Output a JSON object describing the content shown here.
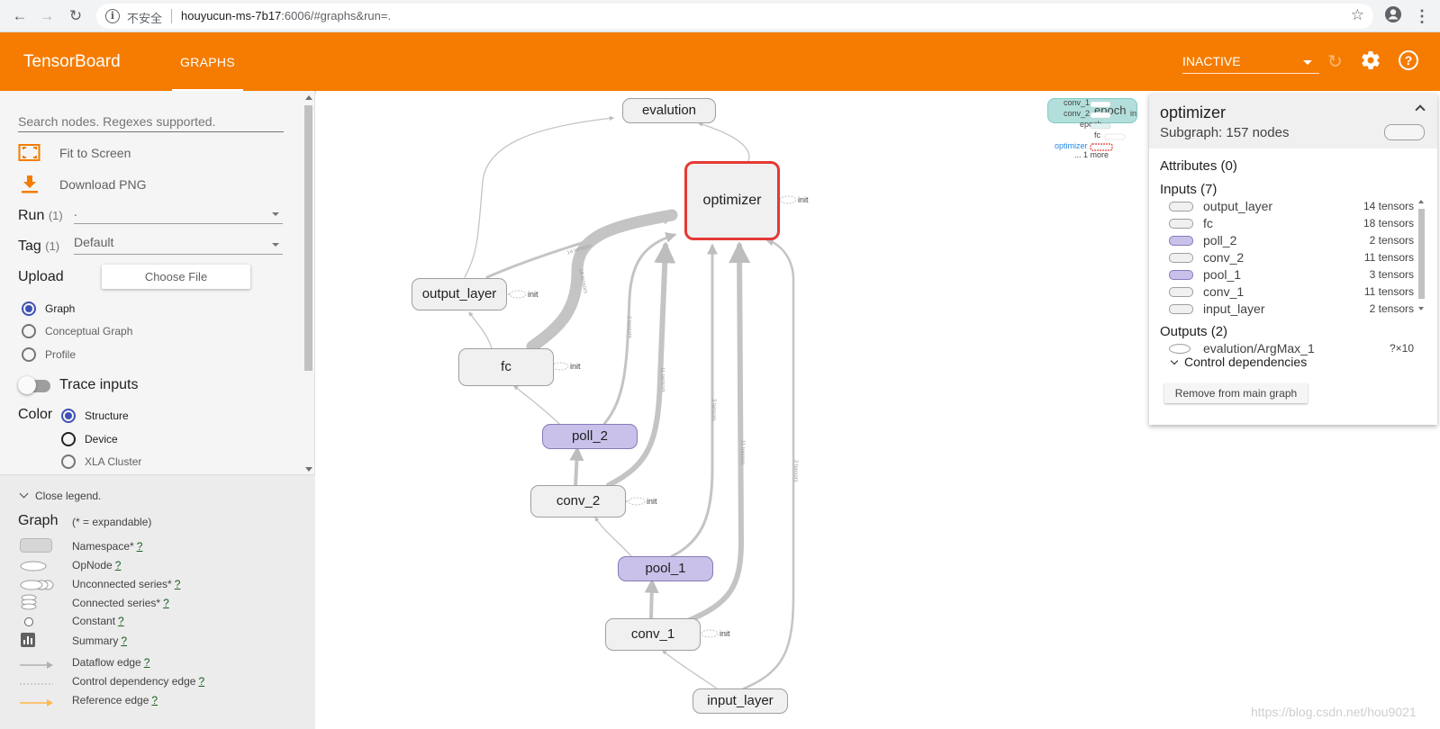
{
  "browser": {
    "insecure_label": "不安全",
    "url_host": "houyucun-ms-7b17",
    "url_rest": ":6006/#graphs&run=."
  },
  "header": {
    "logo": "TensorBoard",
    "tab": "GRAPHS",
    "status": "INACTIVE"
  },
  "sidebar": {
    "search_placeholder": "Search nodes. Regexes supported.",
    "fit_to_screen": "Fit to Screen",
    "download_png": "Download PNG",
    "run_label": "Run",
    "run_count": "(1)",
    "run_value": ".",
    "tag_label": "Tag",
    "tag_count": "(1)",
    "tag_value": "Default",
    "upload_label": "Upload",
    "choose_file": "Choose File",
    "graph_types": [
      "Graph",
      "Conceptual Graph",
      "Profile"
    ],
    "trace_inputs": "Trace inputs",
    "color_label": "Color",
    "color_options": [
      "Structure",
      "Device",
      "XLA Cluster"
    ]
  },
  "legend": {
    "toggle": "Close legend.",
    "title": "Graph",
    "subtitle": "(* = expandable)",
    "items": [
      "Namespace*",
      "OpNode",
      "Unconnected series*",
      "Connected series*",
      "Constant",
      "Summary",
      "Dataflow edge",
      "Control dependency edge",
      "Reference edge"
    ],
    "help_mark": "?",
    "colors": {
      "dataflow": "#b0b0b0",
      "control": "#b0b0b0",
      "reference": "#ffb74d"
    }
  },
  "graph": {
    "nodes": {
      "evalution": "evalution",
      "optimizer": "optimizer",
      "output_layer": "output_layer",
      "fc": "fc",
      "poll_2": "poll_2",
      "conv_2": "conv_2",
      "pool_1": "pool_1",
      "conv_1": "conv_1",
      "input_layer": "input_layer"
    },
    "init_label": "init",
    "edge_labels": {
      "e1": "14 tensors",
      "e2": "18 tensors",
      "e3": "2 tensors",
      "e4": "11 tensors",
      "e5": "3 tensors",
      "e6": "11 tensors",
      "e7": "2 tensors"
    },
    "selected_color": "#e53935",
    "purple_color": "#c9c1ea"
  },
  "minimap": {
    "labels": [
      "conv_1",
      "conv_2",
      "epoch",
      "fc",
      "optimizer",
      "... 1 more"
    ],
    "box_label": "epoch",
    "side_label": "in"
  },
  "info": {
    "title": "optimizer",
    "subtitle": "Subgraph: 157 nodes",
    "attributes": "Attributes (0)",
    "inputs_header": "Inputs (7)",
    "inputs": [
      {
        "name": "output_layer",
        "count": "14 tensors"
      },
      {
        "name": "fc",
        "count": "18 tensors"
      },
      {
        "name": "poll_2",
        "count": "2 tensors"
      },
      {
        "name": "conv_2",
        "count": "11 tensors"
      },
      {
        "name": "pool_1",
        "count": "3 tensors"
      },
      {
        "name": "conv_1",
        "count": "11 tensors"
      },
      {
        "name": "input_layer",
        "count": "2 tensors"
      }
    ],
    "outputs_header": "Outputs (2)",
    "outputs": [
      {
        "name": "evalution/ArgMax_1",
        "count": "?×10"
      }
    ],
    "control_deps": "Control dependencies",
    "remove_button": "Remove from main graph"
  },
  "watermark": "https://blog.csdn.net/hou9021"
}
